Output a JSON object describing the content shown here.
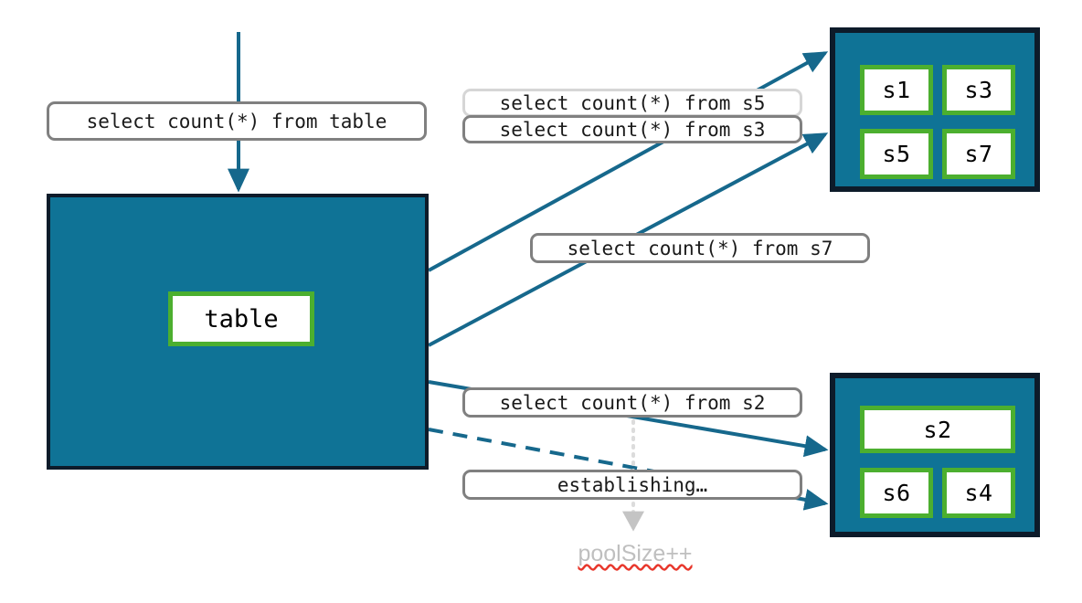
{
  "diagram": {
    "title": "connection pool query routing diagram",
    "colors": {
      "box_fill": "#0f7396",
      "box_border": "#0d1b2a",
      "node_border": "#4caf2f",
      "edge": "#16688c",
      "label_border": "#808080",
      "label_border_faded": "#d6d6d6",
      "note_text": "#bfbfbf",
      "spellcheck_underline": "#e8372c"
    }
  },
  "incoming_query": {
    "label": "select count(*) from table"
  },
  "table_box": {
    "node_label": "table"
  },
  "query_labels": [
    {
      "id": "s5",
      "text": "select count(*) from s5",
      "state": "faded"
    },
    {
      "id": "s3",
      "text": "select count(*) from s3",
      "state": "normal"
    },
    {
      "id": "s7",
      "text": "select count(*) from s7",
      "state": "normal"
    },
    {
      "id": "s2",
      "text": "select count(*) from s2",
      "state": "normal"
    },
    {
      "id": "establishing",
      "text": "establishing…",
      "state": "normal"
    }
  ],
  "clusters": [
    {
      "id": "top-cluster",
      "nodes": [
        {
          "label": "s1"
        },
        {
          "label": "s3"
        },
        {
          "label": "s5"
        },
        {
          "label": "s7"
        }
      ]
    },
    {
      "id": "bottom-cluster",
      "nodes": [
        {
          "label": "s2"
        },
        {
          "label": "s6"
        },
        {
          "label": "s4"
        }
      ]
    }
  ],
  "notes": {
    "pool_size": "poolSize++"
  }
}
